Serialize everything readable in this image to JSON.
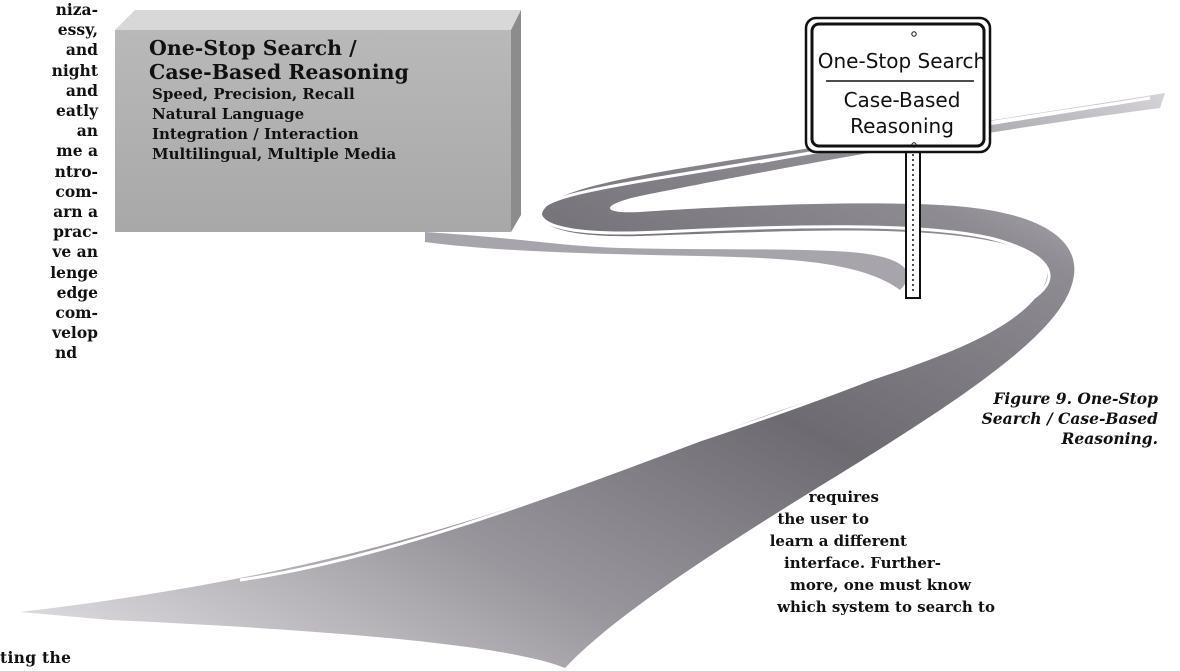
{
  "left_column": [
    "niza-",
    "essy,",
    "and",
    "night",
    "and",
    "eatly",
    "an",
    "me a",
    "ntro-",
    "com-",
    "arn a",
    "prac-",
    "ve an",
    "lenge",
    "edge",
    "com-",
    "velop",
    "nd"
  ],
  "left_bottom_fragment": "ting  the",
  "callout_box": {
    "title_line1": "One-Stop Search /",
    "title_line2": "Case-Based Reasoning",
    "items": [
      "Speed, Precision, Recall",
      "Natural Language",
      "Integration / Interaction",
      "Multilingual, Multiple Media"
    ]
  },
  "road_sign": {
    "line1": "One-Stop Search",
    "line2": "Case-Based",
    "line3": "Reasoning"
  },
  "figure_caption": {
    "label": "Figure 9.",
    "line1_rest": "One-Stop",
    "line2": "Search / Case-Based",
    "line3": "Reasoning."
  },
  "bottom_right_text": [
    "requires",
    "the user to",
    "learn a different",
    "interface.  Further-",
    "more, one must know",
    "which system to search to"
  ],
  "colors": {
    "road_dark": "#6e6a72",
    "road_light": "#c4c1c6",
    "box_face": "#b0b0b0",
    "box_edge": "#d2d2d2",
    "box_shadow": "#7a7a7a"
  }
}
